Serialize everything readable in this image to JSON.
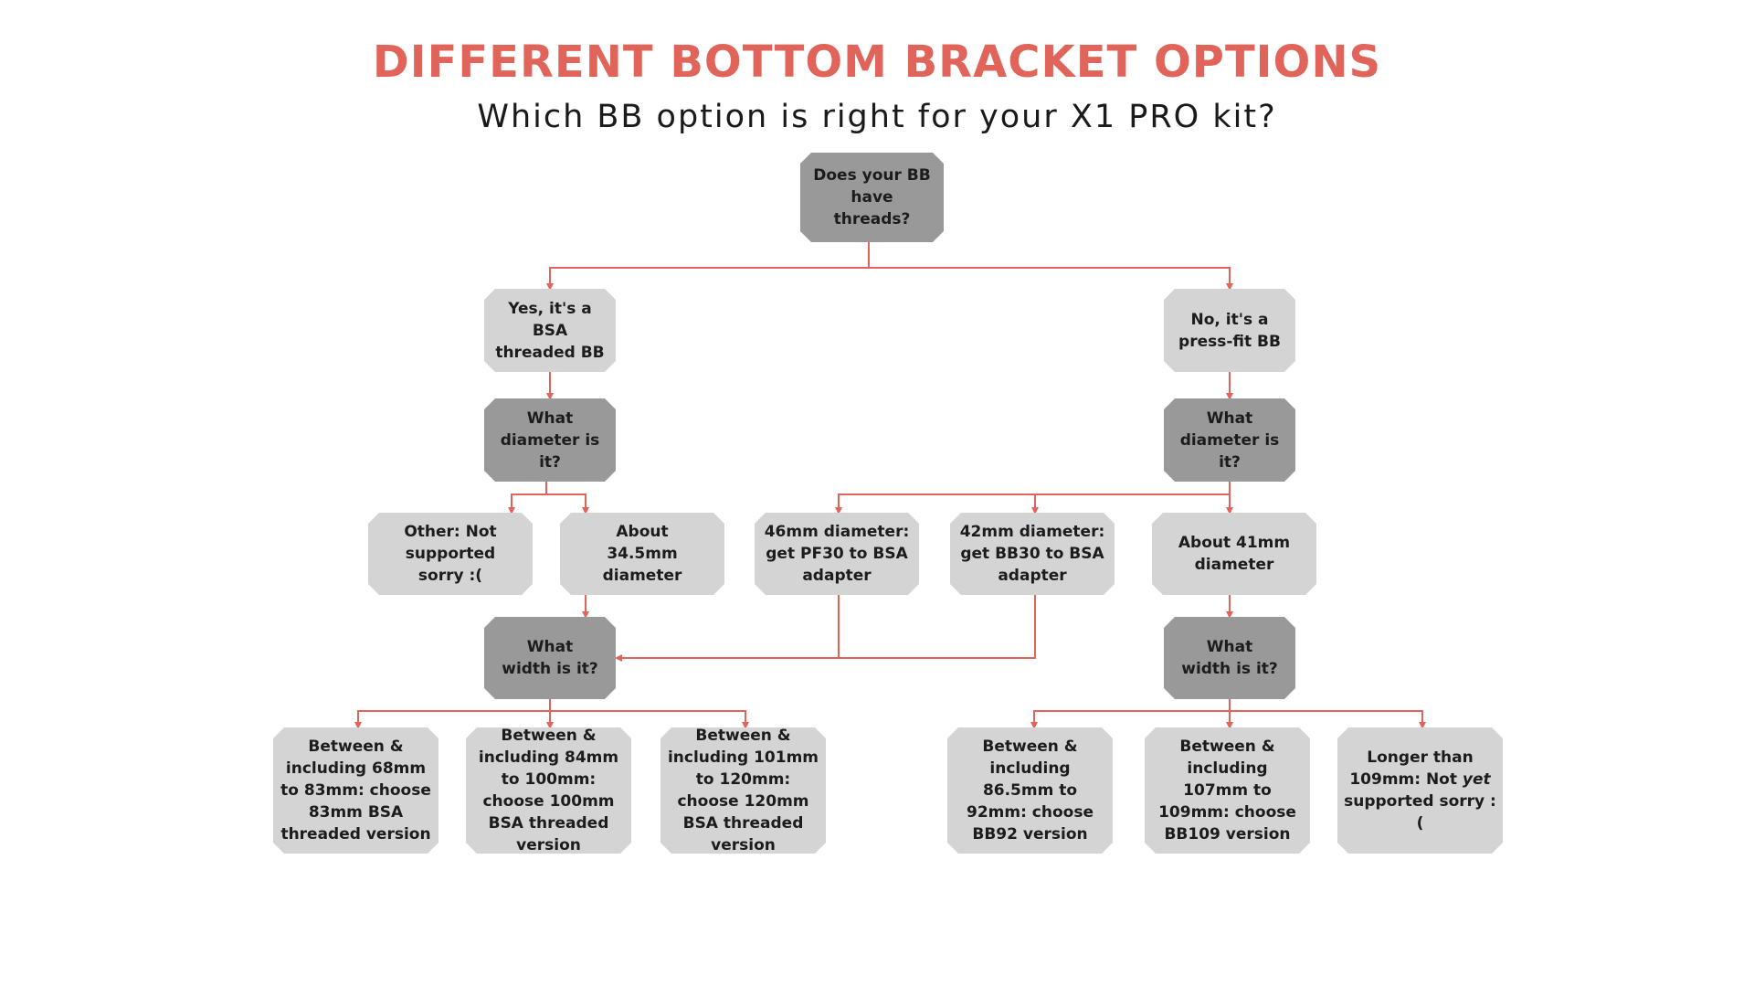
{
  "colors": {
    "accent": "#e0645a",
    "question_box": "#999999",
    "answer_box": "#d4d4d4",
    "text": "#1c1c1c"
  },
  "title": "DIFFERENT BOTTOM BRACKET OPTIONS",
  "subtitle": "Which BB option is right for your X1 PRO kit?",
  "nodes": {
    "q_threads": "Does your BB have threads?",
    "a_bsa": "Yes, it's a BSA threaded BB",
    "a_pressfit": "No, it's a press-fit BB",
    "q_diameter_left": "What diameter is it?",
    "q_diameter_right": "What diameter is it?",
    "a_other": "Other: Not supported sorry :(",
    "a_345": "About 34.5mm diameter",
    "a_46": "46mm diameter: get PF30 to BSA adapter",
    "a_42": "42mm diameter: get BB30 to BSA adapter",
    "a_41": "About 41mm diameter",
    "q_width_left": "What width is it?",
    "q_width_right": "What width is it?",
    "r_68_83": "Between & including 68mm to 83mm: choose 83mm BSA threaded version",
    "r_84_100": "Between & including 84mm to 100mm: choose 100mm BSA threaded version",
    "r_101_120": "Between & including 101mm to 120mm: choose 120mm BSA threaded version",
    "r_865_92": "Between & including 86.5mm to 92mm: choose BB92 version",
    "r_107_109": "Between & including 107mm to 109mm: choose BB109 version",
    "r_longer_pre": "Longer than 109mm: Not",
    "r_longer_em": "yet",
    "r_longer_post": "supported sorry :("
  }
}
